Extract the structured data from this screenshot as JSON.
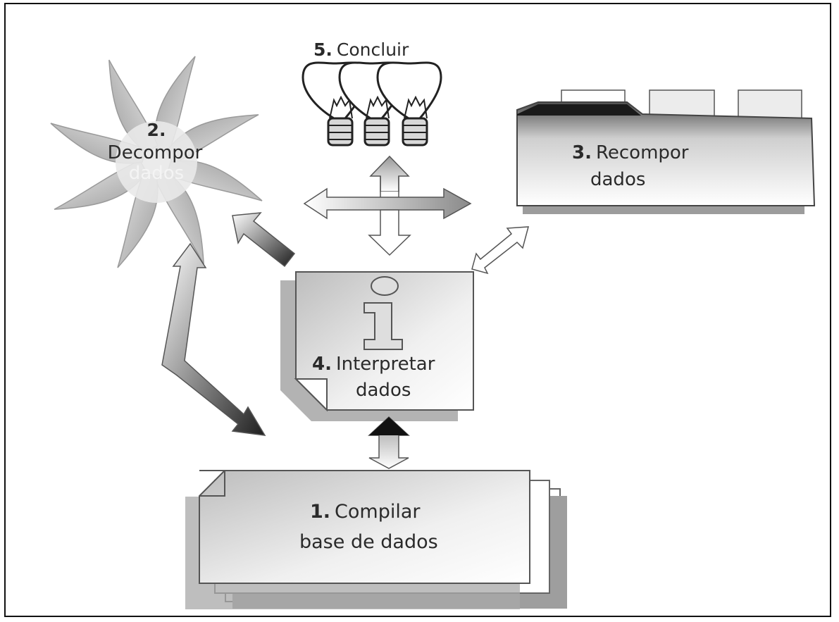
{
  "diagram": {
    "steps": {
      "compile": {
        "number": "1.",
        "line1": "Compilar",
        "line2": "base de dados"
      },
      "decompose": {
        "number": "2.",
        "line1": "Decompor",
        "line2": "dados"
      },
      "recompose": {
        "number": "3.",
        "line1": "Recompor",
        "line2": "dados"
      },
      "interpret": {
        "number": "4.",
        "line1": "Interpretar",
        "line2": "dados"
      },
      "conclude": {
        "number": "5.",
        "line1": "Concluir"
      }
    },
    "icons": {
      "compile": "stacked-pages-icon",
      "decompose": "pinwheel-icon",
      "recompose": "folder-icon",
      "interpret": "info-page-icon",
      "conclude": "lightbulbs-icon"
    }
  }
}
